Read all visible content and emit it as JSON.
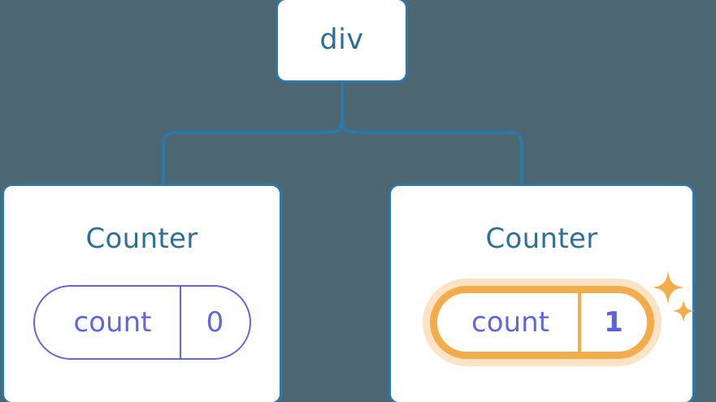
{
  "diagram": {
    "type": "component-tree",
    "background_color": "#4c6672",
    "node_border_color": "#2d78a9",
    "node_text_color": "#2f6f96",
    "state_color": "#6068dc",
    "highlight_color": "#f3ac4c",
    "root": {
      "label": "div",
      "icon": "root-node-icon"
    },
    "children": [
      {
        "title": "Counter",
        "state": {
          "key": "count",
          "value": "0",
          "highlighted": false
        }
      },
      {
        "title": "Counter",
        "state": {
          "key": "count",
          "value": "1",
          "highlighted": true
        },
        "decorations": [
          "sparkle-large-icon",
          "sparkle-small-icon"
        ]
      }
    ]
  }
}
